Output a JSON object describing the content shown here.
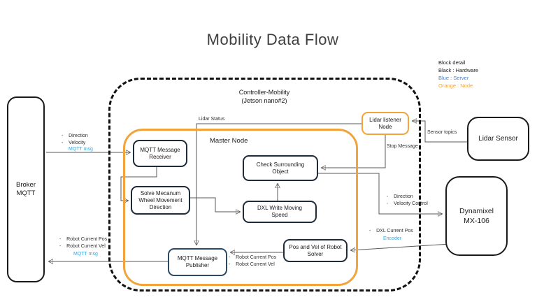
{
  "title": "Mobility Data Flow",
  "legend": {
    "heading": "Block detail",
    "items": [
      {
        "label": "Black : Hardware",
        "color": "#1a1a1a"
      },
      {
        "label": "Blue : Server",
        "color": "#4a7ebb"
      },
      {
        "label": "Orange : Node",
        "color": "#f2a43b"
      }
    ]
  },
  "colors": {
    "node_orange": "#f2a43b",
    "server_blue_label": "#35a7dd",
    "hardware_black": "#1a1a1a",
    "wire_gray": "#595959"
  },
  "nodes": {
    "broker": "Broker\nMQTT",
    "controller": "Controller-Mobility\n(Jetson nano#2)",
    "master": "Master Node",
    "receiver": "MQTT Message\nReceiver",
    "mecanum": "Solve Mecanum\nWheel Movement\nDirection",
    "check": "Check Surrounding\nObject",
    "dxl_write": "DXL Write Moving\nSpeed",
    "publisher": "MQTT Message\nPublisher",
    "posvel": "Pos and Vel of Robot\nSolver",
    "lidar_listener": "Lidar listener\nNode",
    "lidar_sensor": "Lidar Sensor",
    "dynamixel": "Dynamixel\nMX-106"
  },
  "edges": {
    "broker_to_receiver": {
      "lines": "-    Direction\n-    Velocity",
      "mqtt": "MQTT msg"
    },
    "lidar_status": "Lidar Status",
    "sensor_topics": "Sensor topics",
    "stop_message": "Stop Message",
    "check_to_dynamixel": {
      "lines": "-    Direction\n-    Velocity Control"
    },
    "dynamixel_to_posvel": {
      "line": "-    DXL Current Pos",
      "encoder": "Encoder"
    },
    "posvel_to_publisher": {
      "lines": "-    Robot Current Pos\n-    Robot Current Vel"
    },
    "publisher_to_broker": {
      "lines": "-    Robot Current Pos\n-    Robot Current Vel",
      "mqtt": "MQTT msg"
    }
  }
}
